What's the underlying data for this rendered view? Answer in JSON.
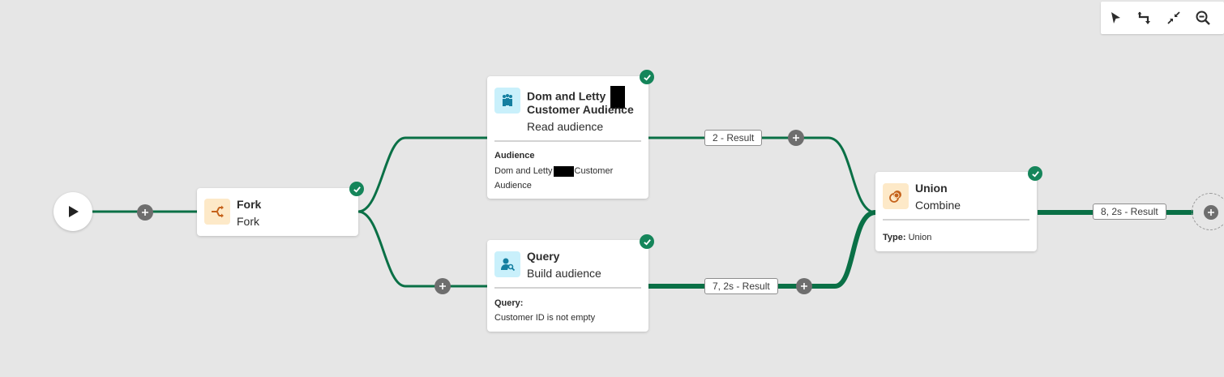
{
  "toolbar": {
    "tools": [
      {
        "name": "select-pointer-icon"
      },
      {
        "name": "auto-arrange-icon"
      },
      {
        "name": "collapse-icon"
      },
      {
        "name": "zoom-out-icon"
      }
    ]
  },
  "start": {
    "icon": "play-icon"
  },
  "colors": {
    "edge": "#0a7046",
    "check": "#15855a",
    "fork_icon_bg": "#fde9c8",
    "fork_icon": "#c5621b",
    "audience_icon_bg": "#c9f0fb",
    "audience_icon": "#147fa0",
    "union_icon_bg": "#fde9c8",
    "union_icon": "#c5621b"
  },
  "fork": {
    "title": "Fork",
    "subtitle": "Fork",
    "icon": "fork-icon"
  },
  "read_audience": {
    "title_line1": "Dom and Letty",
    "title_line2": "Customer Audience",
    "subtitle": "Read audience",
    "icon": "audience-group-icon",
    "detail_label": "Audience",
    "detail_part1": "Dom and Letty",
    "detail_part2": "Customer",
    "detail_line2": "Audience"
  },
  "query": {
    "title": "Query",
    "subtitle": "Build audience",
    "icon": "user-query-icon",
    "detail_label": "Query:",
    "detail_value": "Customer ID is not empty"
  },
  "union": {
    "title": "Union",
    "subtitle": "Combine",
    "icon": "union-coins-icon",
    "detail_label": "Type:",
    "detail_value": "Union"
  },
  "results": {
    "read_audience": "2 - Result",
    "query": "7, 2s - Result",
    "union": "8, 2s - Result"
  }
}
